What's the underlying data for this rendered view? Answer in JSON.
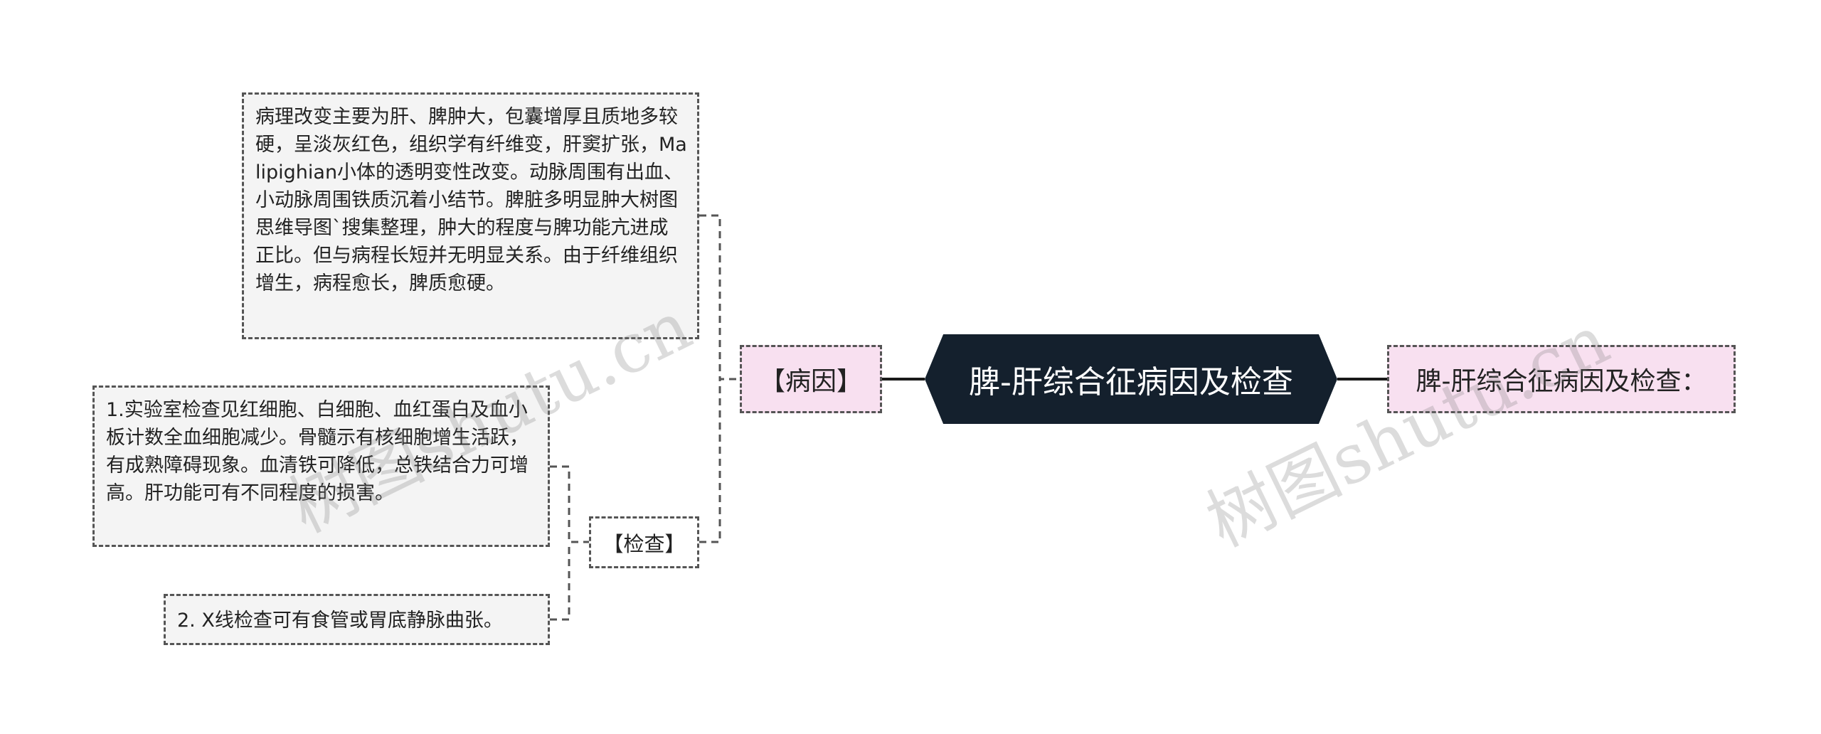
{
  "root": {
    "label": "脾-肝综合征病因及检查",
    "color": "#14202d"
  },
  "right_branch": {
    "label": "脾-肝综合征病因及检查："
  },
  "branches": {
    "cause": {
      "label": "【病因】",
      "detail": "病理改变主要为肝、脾肿大，包囊增厚且质地多较硬，呈淡灰红色，组织学有纤维变，肝窦扩张，Malipighian小体的透明变性改变。动脉周围有出血、小动脉周围铁质沉着小结节。脾脏多明显肿大树图思维导图`搜集整理，肿大的程度与脾功能亢进成正比。但与病程长短并无明显关系。由于纤维组织增生，病程愈长，脾质愈硬。"
    },
    "exam": {
      "label": "【检查】",
      "items": [
        "1.实验室检查见红细胞、白细胞、血红蛋白及血小板计数全血细胞减少。骨髓示有核细胞增生活跃，有成熟障碍现象。血清铁可降低，总铁结合力可增高。肝功能可有不同程度的损害。",
        "2. X线检查可有食管或胃底静脉曲张。"
      ]
    }
  },
  "watermarks": [
    "树图shutu.cn",
    "树图shutu.cn"
  ],
  "colors": {
    "root_bg": "#14202d",
    "pink_bg": "#f8e0f0",
    "leaf_bg": "#f4f4f4",
    "connector": "#1a1a1a",
    "dashed": "#555555"
  }
}
